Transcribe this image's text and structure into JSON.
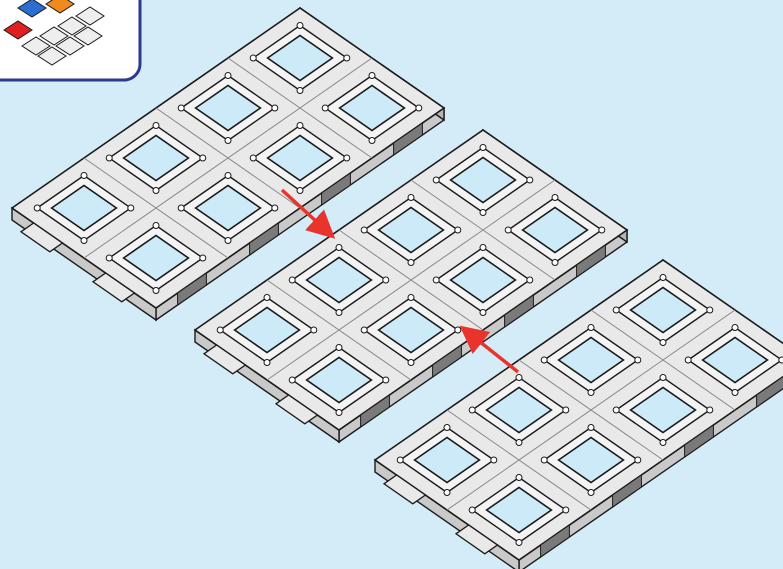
{
  "title": "",
  "colors": {
    "background": "#d4ecf8",
    "tile_top": "#e9e9e9",
    "tile_side": "#c9c9c9",
    "outline": "#1a1a1a",
    "window": "#cdeaf8",
    "frame": "#f4f4f4",
    "arrow": "#e8342c",
    "slot": "#7a7a7a",
    "inset_border": "#2b3a8f",
    "inset_red": "#e02020",
    "inset_blue": "#2a6fd0",
    "inset_orange": "#f08a1c"
  },
  "inset": {
    "icon": "assembled-tile-preview-icon"
  },
  "panels": [
    {
      "name": "top-panel",
      "rows": 2,
      "cols": 4
    },
    {
      "name": "middle-panel",
      "rows": 2,
      "cols": 4
    },
    {
      "name": "bottom-panel",
      "rows": 2,
      "cols": 4
    }
  ],
  "arrows": [
    {
      "name": "arrow-top-to-middle",
      "icon": "arrow-icon",
      "direction": "down-right"
    },
    {
      "name": "arrow-bottom-to-middle",
      "icon": "arrow-icon",
      "direction": "up-left"
    }
  ]
}
